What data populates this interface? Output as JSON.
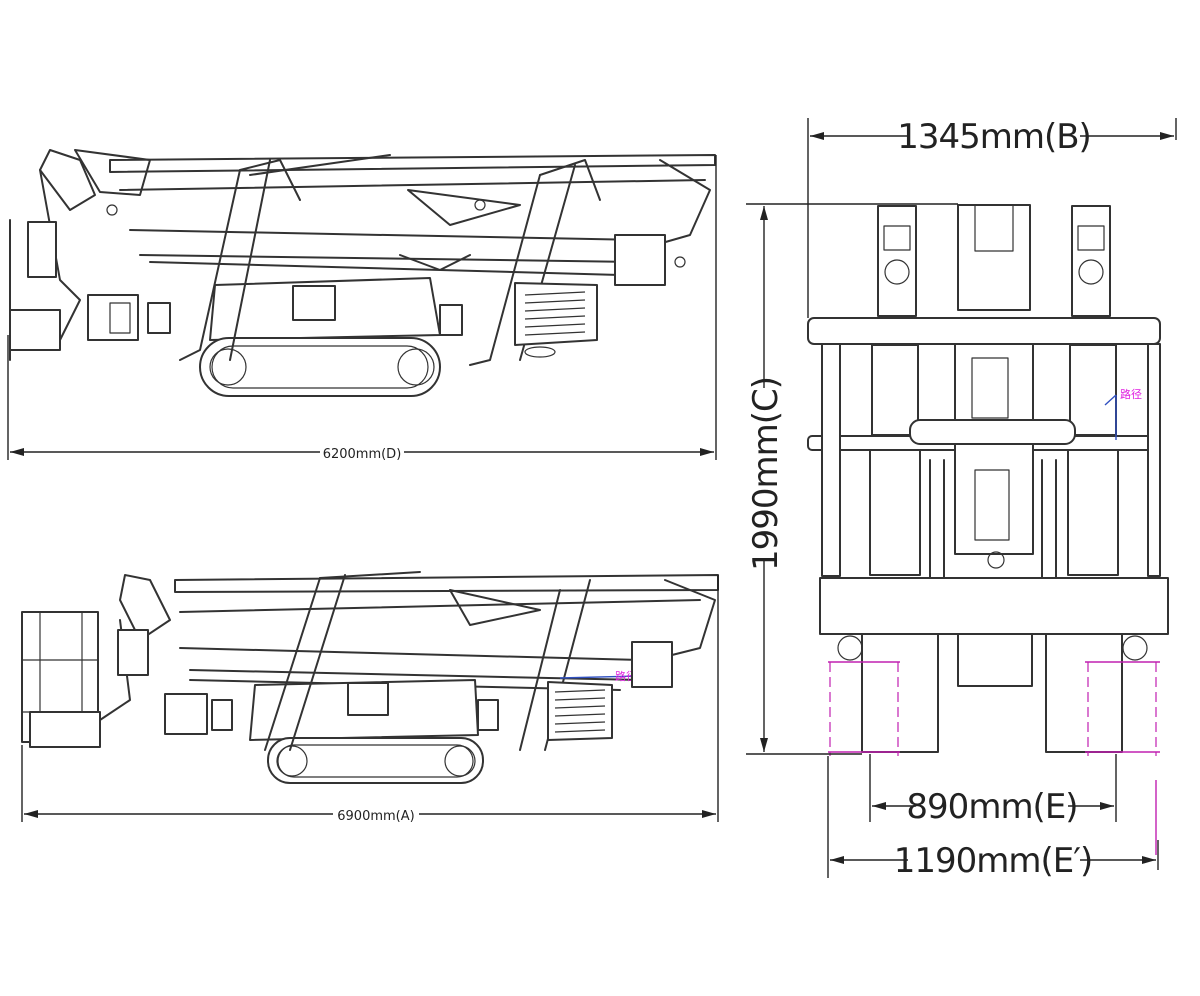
{
  "dimensions": {
    "top_length": "6200mm(D)",
    "bottom_length": "6900mm(A)",
    "front_width_top": "1345mm(B)",
    "front_height": "1990mm(C)",
    "track_width": "890mm(E)",
    "track_width_ext": "1190mm(E′)"
  },
  "annotations": {
    "path_label_front": "路径",
    "path_label_side": "路径"
  },
  "colors": {
    "line": "#333333",
    "dimension": "#222222",
    "annotation": "#e020e0",
    "guide": "#3050c0"
  }
}
